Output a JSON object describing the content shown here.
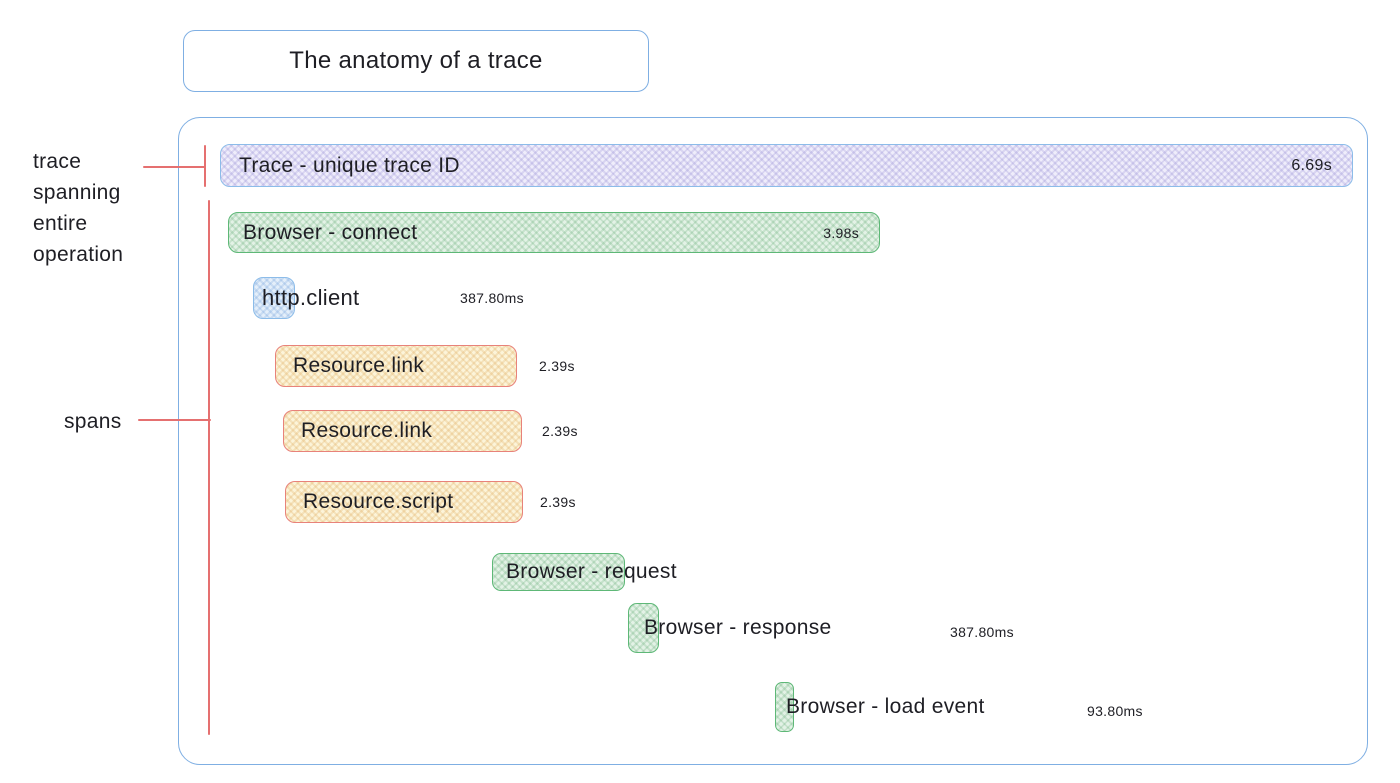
{
  "title": "The anatomy of a trace",
  "annotations": {
    "trace_note_lines": [
      "trace",
      "spanning",
      "entire",
      "operation"
    ],
    "spans_note": "spans"
  },
  "trace_bar": {
    "label": "Trace - unique trace ID",
    "duration": "6.69s",
    "color": "purple"
  },
  "spans": [
    {
      "label": "Browser - connect",
      "duration": "3.98s",
      "color": "green"
    },
    {
      "label": "http.client",
      "duration": "387.80ms",
      "color": "blue"
    },
    {
      "label": "Resource.link",
      "duration": "2.39s",
      "color": "yellow"
    },
    {
      "label": "Resource.link",
      "duration": "2.39s",
      "color": "yellow"
    },
    {
      "label": "Resource.script",
      "duration": "2.39s",
      "color": "yellow"
    },
    {
      "label": "Browser - request",
      "duration": "",
      "color": "green"
    },
    {
      "label": "Browser - response",
      "duration": "387.80ms",
      "color": "green"
    },
    {
      "label": "Browser - load event",
      "duration": "93.80ms",
      "color": "green"
    }
  ],
  "colors": {
    "blue_border": "#7fafe3",
    "purple_border": "#8cbce9",
    "purple_fill": "#efedfb",
    "green_border": "#5eb877",
    "green_fill": "#e3f2e6",
    "blue_fill": "#e4effa",
    "yellow_border": "#e8827a",
    "yellow_fill": "#fcf4d9",
    "red_connector": "#e57070",
    "text": "#1e1e24"
  }
}
